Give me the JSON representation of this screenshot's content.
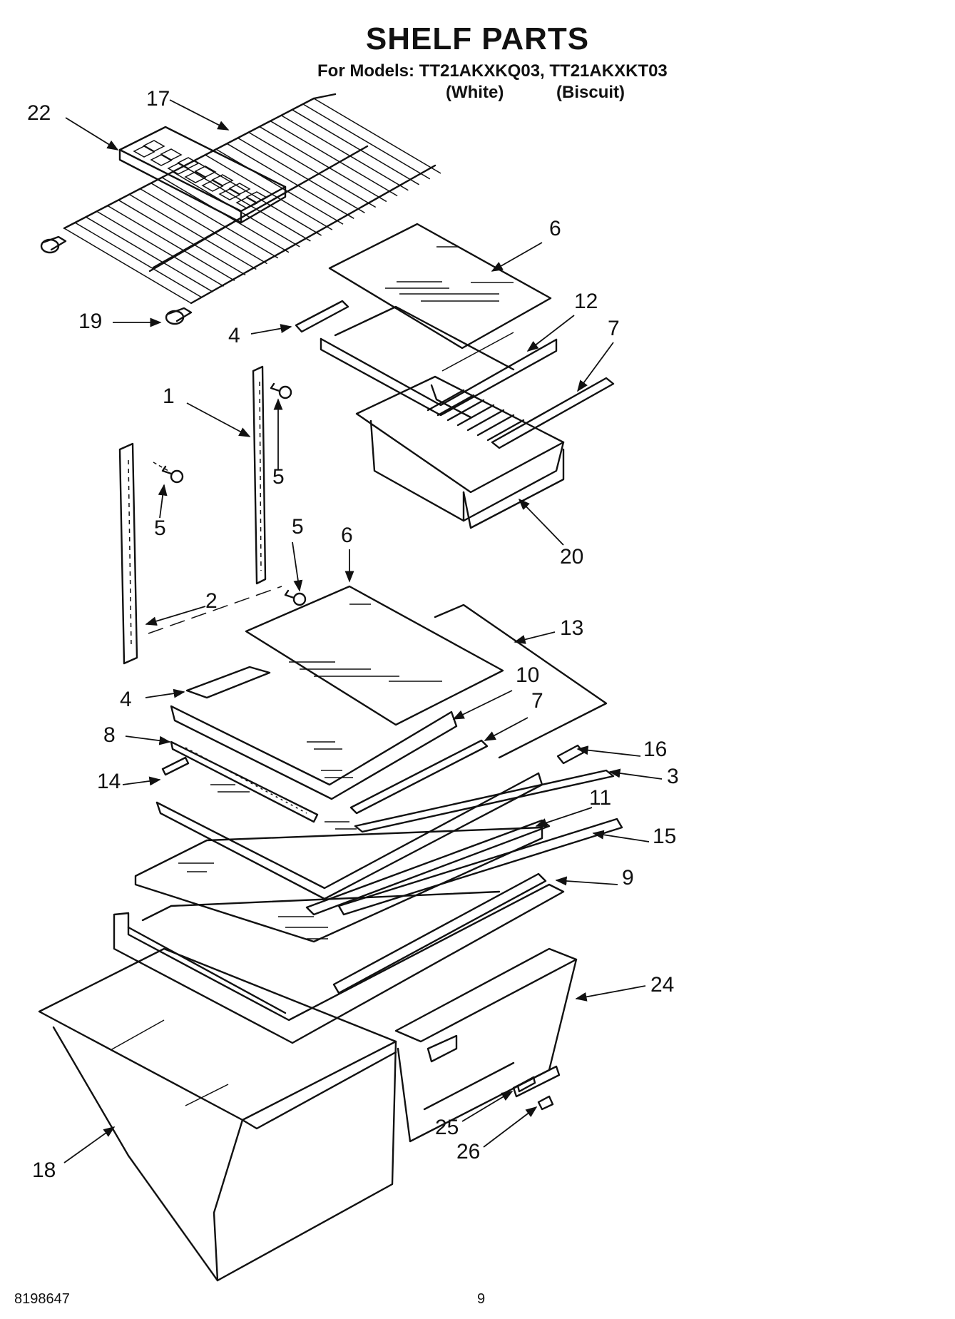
{
  "header": {
    "title": "SHELF PARTS",
    "models_line": "For Models: TT21AKXKQ03, TT21AKXKT03",
    "variant_white": "(White)",
    "variant_biscuit": "(Biscuit)"
  },
  "footer": {
    "doc_number": "8198647",
    "page_number": "9"
  },
  "callouts": [
    {
      "id": "22",
      "label": "22"
    },
    {
      "id": "17",
      "label": "17"
    },
    {
      "id": "19a",
      "label": "19"
    },
    {
      "id": "6a",
      "label": "6"
    },
    {
      "id": "12",
      "label": "12"
    },
    {
      "id": "7a",
      "label": "7"
    },
    {
      "id": "4a",
      "label": "4"
    },
    {
      "id": "1",
      "label": "1"
    },
    {
      "id": "5a",
      "label": "5"
    },
    {
      "id": "5b",
      "label": "5"
    },
    {
      "id": "5c",
      "label": "5"
    },
    {
      "id": "6b",
      "label": "6"
    },
    {
      "id": "20",
      "label": "20"
    },
    {
      "id": "2",
      "label": "2"
    },
    {
      "id": "13",
      "label": "13"
    },
    {
      "id": "10",
      "label": "10"
    },
    {
      "id": "4b",
      "label": "4"
    },
    {
      "id": "7b",
      "label": "7"
    },
    {
      "id": "8",
      "label": "8"
    },
    {
      "id": "16",
      "label": "16"
    },
    {
      "id": "3",
      "label": "3"
    },
    {
      "id": "14",
      "label": "14"
    },
    {
      "id": "11",
      "label": "11"
    },
    {
      "id": "15",
      "label": "15"
    },
    {
      "id": "9",
      "label": "9"
    },
    {
      "id": "24",
      "label": "24"
    },
    {
      "id": "25",
      "label": "25"
    },
    {
      "id": "26",
      "label": "26"
    },
    {
      "id": "18",
      "label": "18"
    }
  ]
}
